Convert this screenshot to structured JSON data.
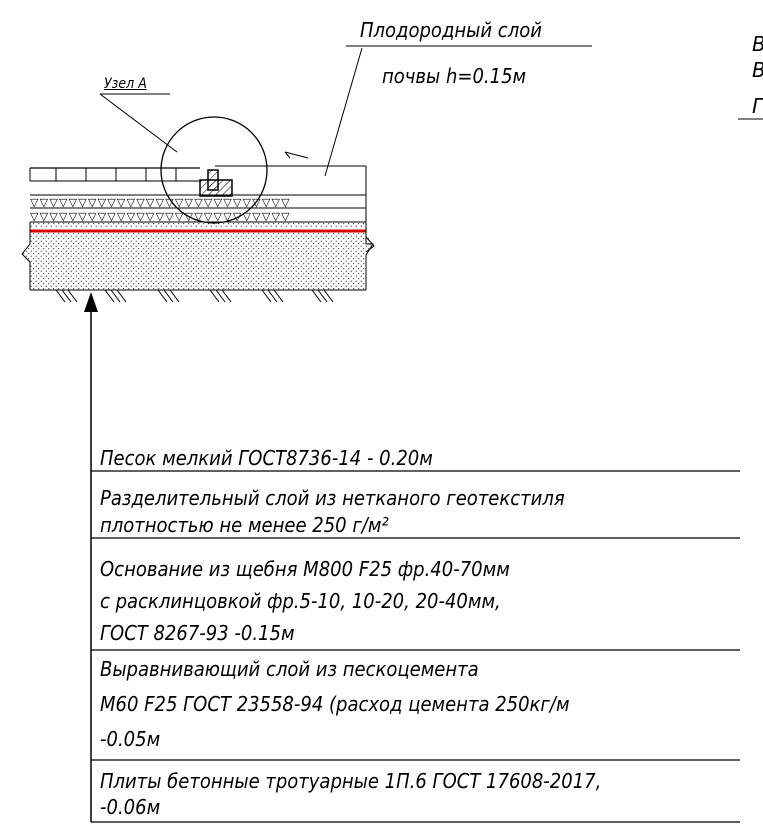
{
  "leaders": {
    "node_label": "Узел А",
    "fertile_line1": "Плодородный слой",
    "fertile_line2": "почвы h=0.15м"
  },
  "right_edge": {
    "line1": "В",
    "line2": "В",
    "line3": "Г"
  },
  "layers": [
    {
      "lines": [
        "Песок мелкий ГОСТ8736-14   - 0.20м"
      ]
    },
    {
      "lines": [
        "Разделительный слой из нетканого геотекстиля",
        "плотностью не менее 250 г/м²"
      ]
    },
    {
      "lines": [
        "Основание из щебня М800 F25 фр.40-70мм",
        "с расклинцовкой фр.5-10, 10-20, 20-40мм,",
        "ГОСТ 8267-93   -0.15м"
      ]
    },
    {
      "lines": [
        "Выравнивающий слой из пескоцемента",
        "М60 F25 ГОСТ 23558-94 (расход цемента 250кг/м",
        " -0.05м"
      ]
    },
    {
      "lines": [
        "Плиты бетонные тротуарные 1П.6 ГОСТ 17608-2017,",
        "-0.06м"
      ]
    }
  ]
}
